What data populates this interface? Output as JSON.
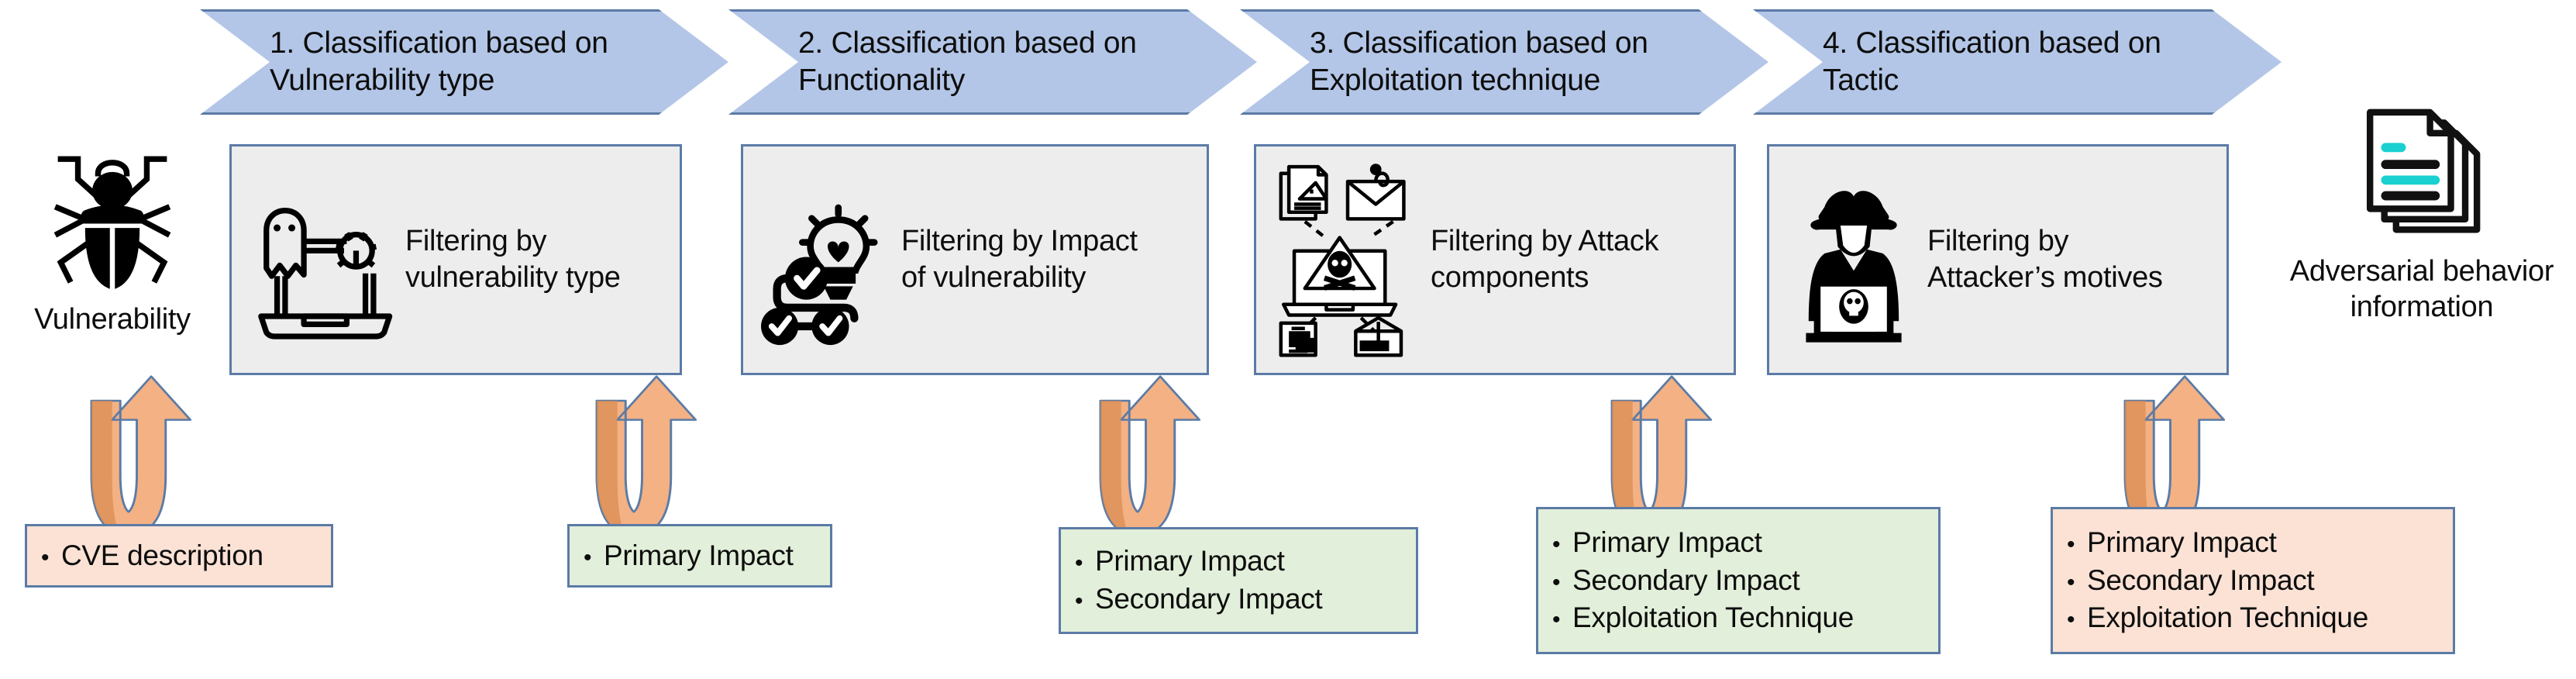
{
  "figure": {
    "type": "pipeline-diagram",
    "title": "Vulnerability to adversarial behavior classification pipeline"
  },
  "colors": {
    "banner_fill": "#b3c6e7",
    "banner_border": "#5b7ba6",
    "filter_box_fill": "#ededed",
    "filter_box_border": "#5b7ba6",
    "peach_fill": "#fbe2d5",
    "green_fill": "#e2efda",
    "arrow_fill_light": "#f4b183",
    "arrow_fill_dark": "#d98e52",
    "arrow_border": "#5b7ba6",
    "doc_accent": "#1ad0d0"
  },
  "input": {
    "icon": "bug-icon",
    "label": "Vulnerability"
  },
  "output": {
    "icon": "documents-icon",
    "label": "Adversarial behavior\ninformation"
  },
  "banners": [
    {
      "id": 1,
      "label": "1. Classification based on\nVulnerability type"
    },
    {
      "id": 2,
      "label": "2. Classification based on\nFunctionality"
    },
    {
      "id": 3,
      "label": "3. Classification based on\nExploitation technique"
    },
    {
      "id": 4,
      "label": "4. Classification based on\nTactic"
    }
  ],
  "filters": [
    {
      "id": 1,
      "icon": "ghost-bug-laptop-icon",
      "label": "Filtering by\nvulnerability type"
    },
    {
      "id": 2,
      "icon": "lightbulb-checklist-icon",
      "label": "Filtering by Impact\nof vulnerability"
    },
    {
      "id": 3,
      "icon": "attack-components-icon",
      "label": "Filtering by Attack\ncomponents"
    },
    {
      "id": 4,
      "icon": "hacker-monitor-icon",
      "label": "Filtering by\nAttacker’s motives"
    }
  ],
  "inputs_boxes": [
    {
      "id": 1,
      "style": "peach",
      "items": [
        "CVE description"
      ]
    },
    {
      "id": 2,
      "style": "green",
      "items": [
        "Primary Impact"
      ]
    },
    {
      "id": 3,
      "style": "green",
      "items": [
        "Primary Impact",
        "Secondary Impact"
      ]
    },
    {
      "id": 4,
      "style": "green",
      "items": [
        "Primary Impact",
        "Secondary Impact",
        "Exploitation Technique"
      ]
    },
    {
      "id": 5,
      "style": "peach",
      "items": [
        "Primary Impact",
        "Secondary Impact",
        "Exploitation Technique"
      ]
    }
  ],
  "arrows": [
    {
      "id": 1,
      "shape": "u-turn-up",
      "name": "feed-arrow-1"
    },
    {
      "id": 2,
      "shape": "u-turn-up",
      "name": "feed-arrow-2"
    },
    {
      "id": 3,
      "shape": "u-turn-up",
      "name": "feed-arrow-3"
    },
    {
      "id": 4,
      "shape": "u-turn-up",
      "name": "feed-arrow-4"
    },
    {
      "id": 5,
      "shape": "u-turn-up",
      "name": "feed-arrow-5"
    }
  ],
  "bullet_char": "•"
}
